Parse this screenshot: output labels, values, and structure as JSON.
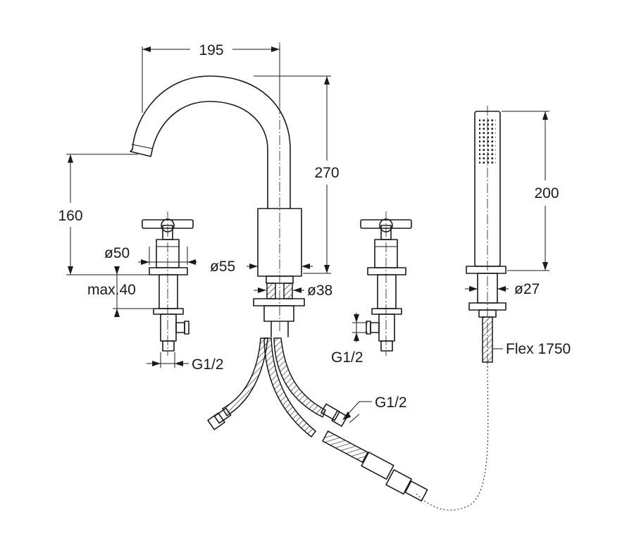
{
  "dimensions": {
    "spout_reach": "195",
    "spout_height": "270",
    "handle_height": "160",
    "handle_diameter": "ø50",
    "deck_thickness": "max.40",
    "spout_diameter": "ø55",
    "spout_shank_diameter": "ø38",
    "handshower_length": "200",
    "handshower_diameter": "ø27",
    "left_valve_connection": "G1/2",
    "right_valve_connection": "G1/2",
    "hose_connection": "G1/2",
    "hose_length": "Flex 1750"
  }
}
